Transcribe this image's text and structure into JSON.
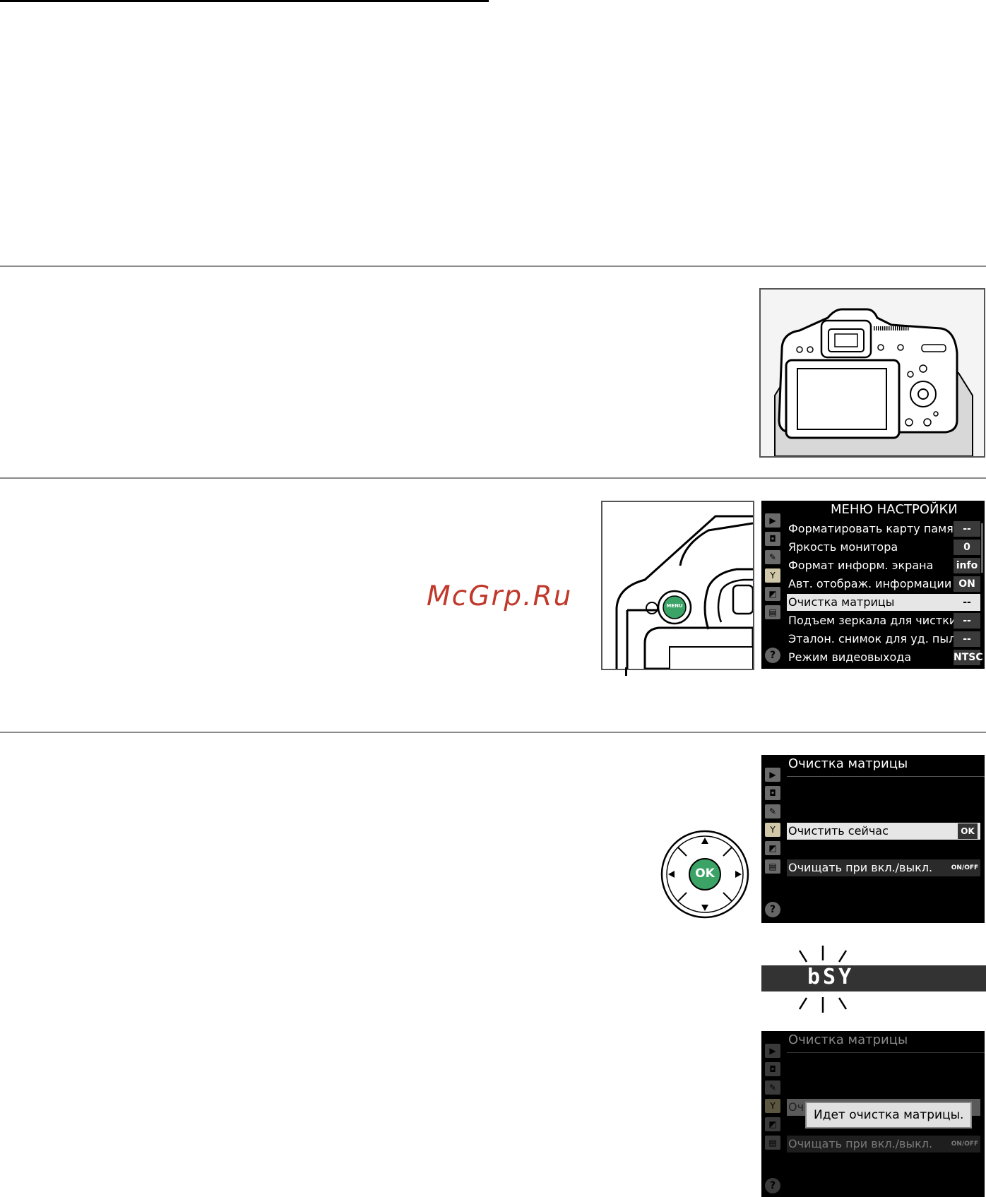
{
  "watermark": "McGrp.Ru",
  "setup_menu": {
    "title": "МЕНЮ НАСТРОЙКИ",
    "items": [
      {
        "label": "Форматировать карту памяти",
        "value": "--"
      },
      {
        "label": "Яркость монитора",
        "value": "0"
      },
      {
        "label": "Формат информ. экрана",
        "value": "info"
      },
      {
        "label": "Авт. отображ. информации",
        "value": "ON"
      },
      {
        "label": "Очистка матрицы",
        "value": "--"
      },
      {
        "label": "Подъем зеркала для чистки",
        "value": "--"
      },
      {
        "label": "Эталон. снимок для уд. пыли",
        "value": "--"
      },
      {
        "label": "Режим видеовыхода",
        "value": "NTSC"
      }
    ],
    "selected_index": 4
  },
  "clean_menu": {
    "title": "Очистка матрицы",
    "items": [
      {
        "label": "Очистить сейчас",
        "value": "OK"
      },
      {
        "label": "Очищать при вкл./выкл.",
        "value": "ON/OFF"
      }
    ]
  },
  "clean_menu_busy": {
    "title": "Очистка матрицы",
    "items": [
      {
        "label": "Оч",
        "value": ""
      },
      {
        "label": "Очищать при вкл./выкл.",
        "value": "ON/OFF"
      }
    ],
    "popup": "Идет очистка матрицы."
  },
  "viewfinder_display": "bSY",
  "buttons": {
    "menu": "MENU",
    "ok": "OK"
  },
  "help": "?"
}
